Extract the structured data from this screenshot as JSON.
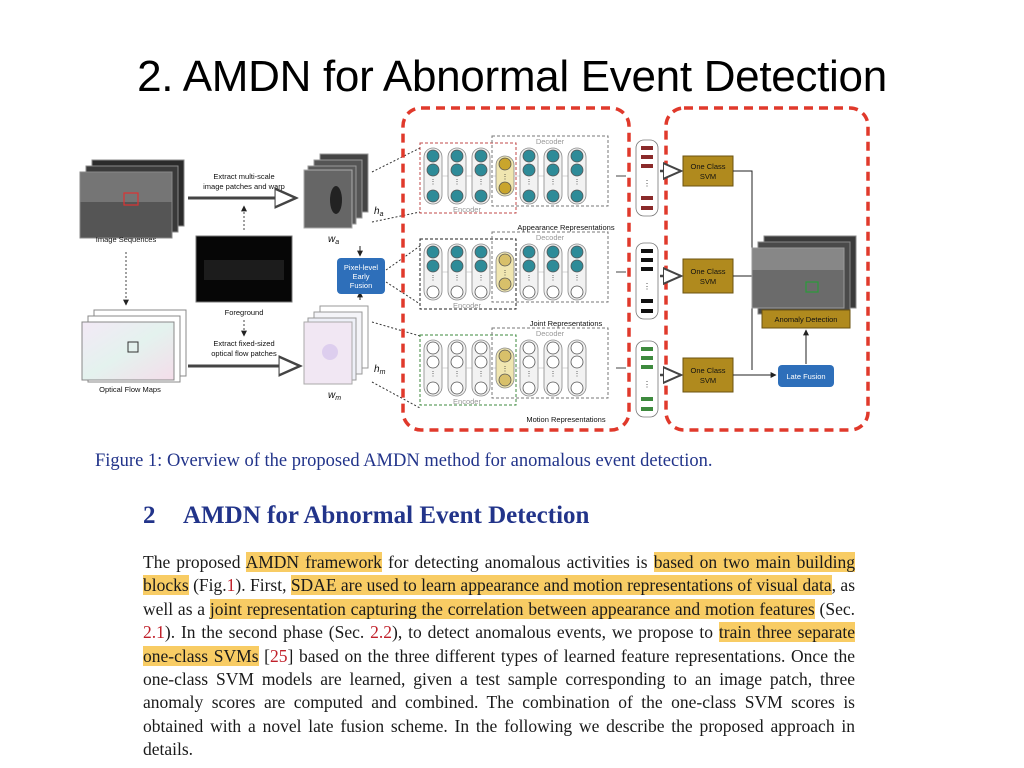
{
  "slide": {
    "title": "2. AMDN for Abnormal Event Detection"
  },
  "figure": {
    "labels": {
      "extract_multi": [
        "Extract multi-scale",
        "image patches and warp"
      ],
      "image_sequences": "Image Sequences",
      "foreground": "Foreground",
      "extract_fixed": [
        "Extract fixed-sized",
        "optical flow patches"
      ],
      "optical_flow_maps": "Optical Flow Maps",
      "h_a": "h",
      "h_a_sub": "a",
      "w_a": "w",
      "w_a_sub": "a",
      "h_m": "h",
      "h_m_sub": "m",
      "w_m": "w",
      "w_m_sub": "m",
      "pixel_level": [
        "Pixel-level",
        "Early",
        "Fusion"
      ],
      "decoder": "Decoder",
      "encoder": "Encoder",
      "appearance_repr": "Appearance Representations",
      "joint_repr": "Joint  Representations",
      "motion_repr": "Motion Representations",
      "svm": [
        "One Class",
        "SVM"
      ],
      "anomaly_detection": "Anomaly Detection",
      "late_fusion": "Late Fusion"
    },
    "colors": {
      "dashed_highlight": "#e0392b",
      "teal_node": "#2e8b98",
      "gold_node": "#c9a52c",
      "svm_box": "#b08a1e",
      "fusion_box": "#2e6fba",
      "appearance_bar": "#8a2a2a",
      "joint_bar": "#111111",
      "motion_bar": "#3e8a3e"
    }
  },
  "caption": "Figure 1: Overview of the proposed AMDN method for anomalous event detection.",
  "section": {
    "number": "2",
    "title": "AMDN for Abnormal Event Detection"
  },
  "paragraph": {
    "s1": "The proposed ",
    "h1": "AMDN framework",
    "s2": " for detecting anomalous activities is ",
    "h2": "based on two main building blocks",
    "s3": " (Fig.",
    "r1": "1",
    "s4": "). First, ",
    "h3": "SDAE are used to learn appearance and motion representations of visual data",
    "s5": ", as well as a ",
    "h4": "joint representation capturing the correlation between appearance and motion features",
    "s6": " (Sec. ",
    "r2": "2.1",
    "s7": "). In the second phase (Sec. ",
    "r3": "2.2",
    "s8": "), to detect anomalous events, we propose to ",
    "h5": "train three separate one-class SVMs",
    "s9": " [",
    "r4": "25",
    "s10": "] based on the three different types of learned feature representations. Once the one-class SVM models are learned, given a test sample corresponding to an image patch, three anomaly scores are computed and combined. The combination of the one-class SVM scores is obtained with a novel late fusion scheme. In the following we describe the proposed approach in details."
  }
}
